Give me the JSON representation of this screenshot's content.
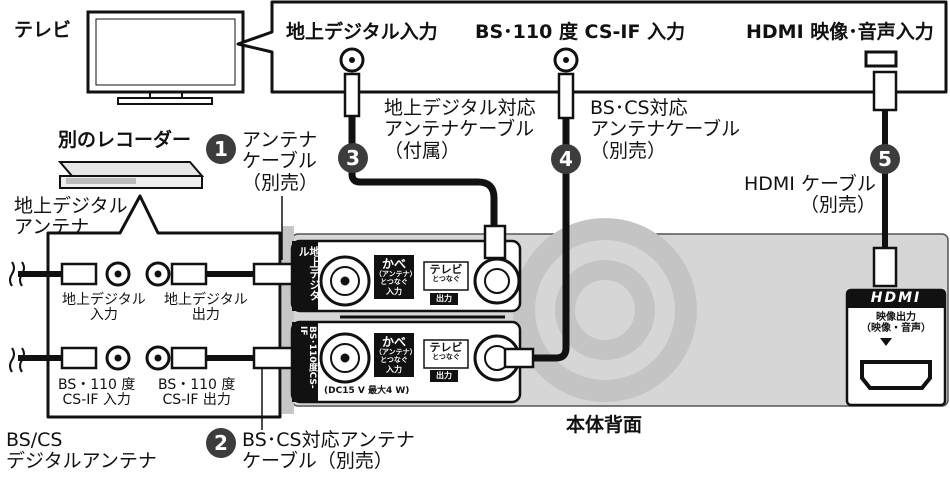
{
  "tv": {
    "label": "テレビ"
  },
  "tv_inputs": {
    "terrestrial": "地上デジタル入力",
    "bs_cs": "BS･110 度 CS-IF 入力",
    "hdmi": "HDMI 映像･音声入力"
  },
  "other_recorder": {
    "label": "別のレコーダー"
  },
  "antennas": {
    "terrestrial": [
      "地上デジタル",
      "アンテナ"
    ],
    "bs_cs": [
      "BS/CS",
      "デジタルアンテナ"
    ]
  },
  "recorder_ports": {
    "terrestrial_in": [
      "地上デジタル",
      "入力"
    ],
    "terrestrial_out": [
      "地上デジタル",
      "出力"
    ],
    "bs_in": [
      "BS・110 度",
      "CS-IF 入力"
    ],
    "bs_out": [
      "BS・110 度",
      "CS-IF 出力"
    ]
  },
  "cables": [
    {
      "number": "1",
      "lines": [
        "アンテナ",
        "ケーブル",
        "（別売）"
      ]
    },
    {
      "number": "2",
      "lines": [
        "BS･CS対応アンテナ",
        "ケーブル（別売）"
      ]
    },
    {
      "number": "3",
      "lines": [
        "地上デジタル対応",
        "アンテナケーブル",
        "（付属）"
      ]
    },
    {
      "number": "4",
      "lines": [
        "BS･CS対応",
        "アンテナケーブル",
        "（別売）"
      ]
    },
    {
      "number": "5",
      "lines": [
        "HDMI ケーブル",
        "（別売）"
      ]
    }
  ],
  "main_unit": {
    "back_label": "本体背面",
    "terrestrial_panel": "地上デジタル",
    "bs_panel": "BS･110度CS-IF",
    "wall_label": "かべ",
    "wall_sub": "（アンテナ）とつなぐ",
    "tv_label": "テレビ",
    "tv_sub": "とつなぐ",
    "in_tag": "入力",
    "out_tag": "出力",
    "power_note": "(DC15 V 最大4 W)",
    "hdmi_logo": "HDMI",
    "hdmi_out": [
      "映像出力",
      "（映像・音声）"
    ]
  }
}
